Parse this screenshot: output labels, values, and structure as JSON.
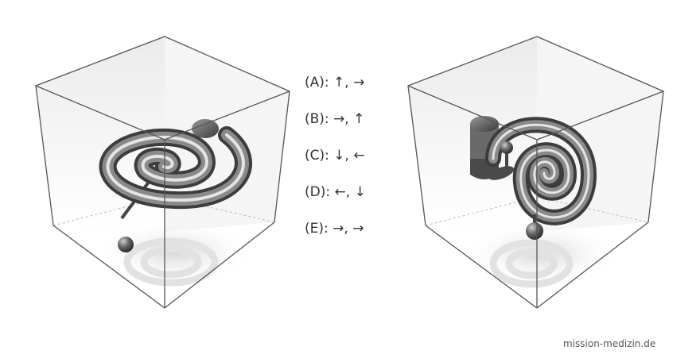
{
  "options": [
    {
      "label": "(A): ↑, →"
    },
    {
      "label": "(B): →, ↑"
    },
    {
      "label": "(C): ↓, ←"
    },
    {
      "label": "(D): ←, ↓"
    },
    {
      "label": "(E): →, →"
    }
  ],
  "credit": "mission-medizin.de",
  "colors": {
    "cube_edge": "#555555",
    "hidden_edge": "#bbbbbb",
    "object_dark": "#3c3c3c",
    "object_mid": "#8a8a8a",
    "object_light": "#e4e4e4",
    "text": "#333333"
  }
}
